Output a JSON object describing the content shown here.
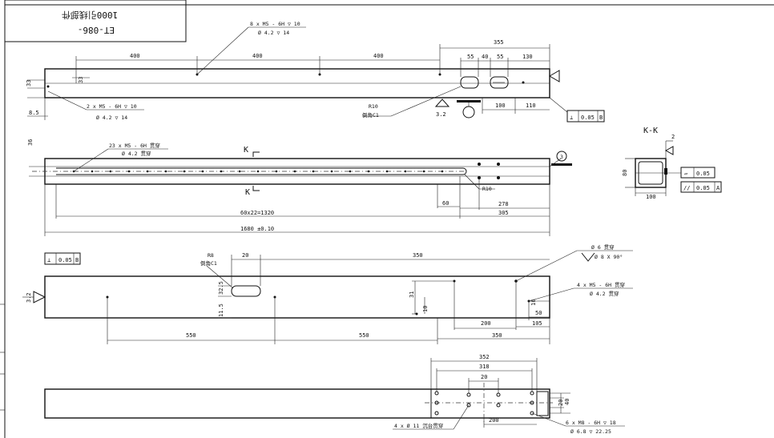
{
  "title_block": {
    "line1": "1000引线部件",
    "line2": "ET-086-"
  },
  "top_view": {
    "dims_top": [
      "400",
      "400",
      "400",
      "355",
      "55",
      "40",
      "55",
      "130"
    ],
    "note_holes": "8 x M5 - 6H ▽ 10",
    "note_holes_sub": "Ø 4.2 ▽ 14",
    "note_left": "2 x M5 - 6H ▽ 10",
    "note_left_sub": "Ø 4.2 ▽ 14",
    "note_r10": "R10",
    "note_r10_sub": "倒角C1",
    "dims_bottom": [
      "100",
      "110"
    ],
    "dim_left_small": [
      "8.5",
      "33",
      "33"
    ],
    "roughness": "3.2",
    "tol_symbol": "⊥",
    "tol_value": "0.05",
    "tol_datum": "B"
  },
  "side_view": {
    "note_holes": "23 x M5 - 6H 贯穿",
    "note_holes_sub": "Ø 4.2 贯穿",
    "section_mark": "K",
    "note_r10": "R10",
    "dims": [
      "60",
      "278",
      "305",
      "60x22=1320",
      "1680 ±0.10"
    ],
    "dim_left": "36",
    "weld_mark": "3"
  },
  "section_view": {
    "title": "K-K",
    "dim_width": "100",
    "dim_height": "80",
    "dim_small": "2",
    "tol1_symbol": "▱",
    "tol1_value": "0.05",
    "tol2_symbol": "//",
    "tol2_value": "0.05",
    "tol2_datum": "A"
  },
  "front_view": {
    "tol_symbol": "⊥",
    "tol_value": "0.05",
    "tol_datum": "B",
    "note_r8": "R8",
    "note_r8_sub": "倒角C1",
    "dims_top": [
      "20",
      "350"
    ],
    "note_hole1": "Ø 6 贯穿",
    "note_hole1_sub": "Ø 8 X 90°",
    "note_hole2": "4 x M5 - 6H 贯穿",
    "note_hole2_sub": "Ø 4.2 贯穿",
    "dims_bottom": [
      "550",
      "550",
      "200",
      "350",
      "50",
      "105"
    ],
    "dims_left": [
      "32.5",
      "11.5"
    ],
    "dims_right": [
      "31",
      "10",
      "16"
    ],
    "roughness": "3.2"
  },
  "bottom_view": {
    "dims_top": [
      "352",
      "318",
      "20"
    ],
    "dims_bottom": [
      "200"
    ],
    "note_left": "4 x Ø 11 沉台贯穿",
    "note_right": "6 x M8 - 6H ▽ 18",
    "note_right_sub": "Ø 6.8 ▽ 22.25",
    "dims_right": [
      "40",
      "20"
    ]
  }
}
